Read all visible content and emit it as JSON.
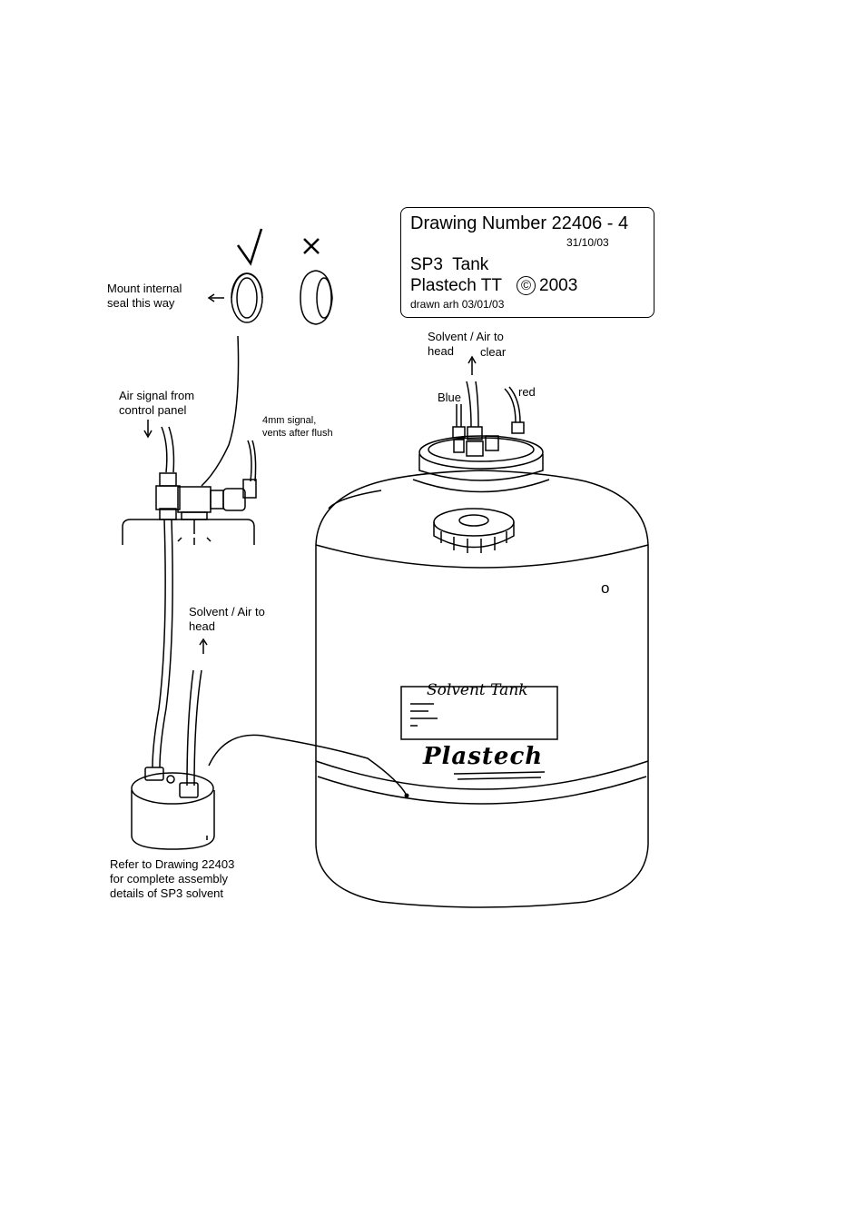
{
  "title_block": {
    "drawing_number_label": "Drawing Number 22406 - 4",
    "date": "31/10/03",
    "product": "SP3  Tank",
    "company": "Plastech TT",
    "copyright_symbol": "©",
    "year": "2003",
    "drawn_by": "drawn arh 03/01/03"
  },
  "seal": {
    "correct_mark": "✓",
    "wrong_mark": "✕",
    "instruction": "Mount internal\nseal this way"
  },
  "labels": {
    "air_signal": "Air signal from\ncontrol panel",
    "signal_4mm": "4mm signal,\nvents after flush",
    "solvent_air_head_top": "Solvent / Air to\nhead",
    "clear": "clear",
    "blue": "Blue",
    "red": "red",
    "solvent_air_head_left": "Solvent / Air to\nhead",
    "refer": "Refer to Drawing 22403\nfor complete assembly\ndetails of SP3 solvent"
  },
  "tank": {
    "label_title": "Solvent Tank",
    "brand": "Plastech",
    "indicator": "o"
  }
}
